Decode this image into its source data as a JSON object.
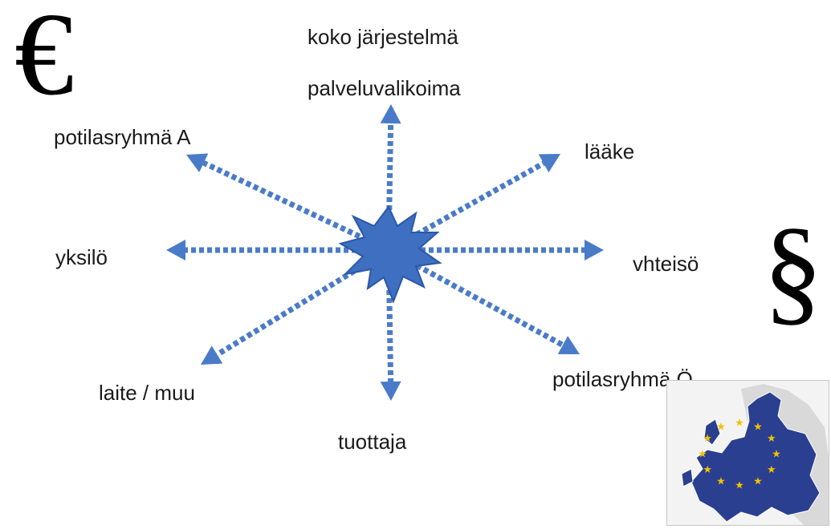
{
  "symbols": {
    "left_top": "€",
    "right": "§"
  },
  "labels": {
    "top_outer": "koko järjestelmä",
    "top_inner": "palveluvalikoima",
    "upper_left": "potilasryhmä A",
    "upper_right": "lääke",
    "left": "yksilö",
    "right": "vhteisö",
    "lower_left": "laite / muu",
    "lower_right": "potilasryhmä Ö",
    "bottom": "tuottaja"
  },
  "colors": {
    "arrow": "#4A7BC8",
    "burst_fill": "#3F6FC0",
    "burst_stroke": "#2B57A8",
    "eu_blue": "#2A3F8F",
    "eu_star": "#F2C200",
    "map_land": "#d9d9d9"
  },
  "icons": {
    "center": "burst-star-icon",
    "map": "eu-map-icon"
  }
}
